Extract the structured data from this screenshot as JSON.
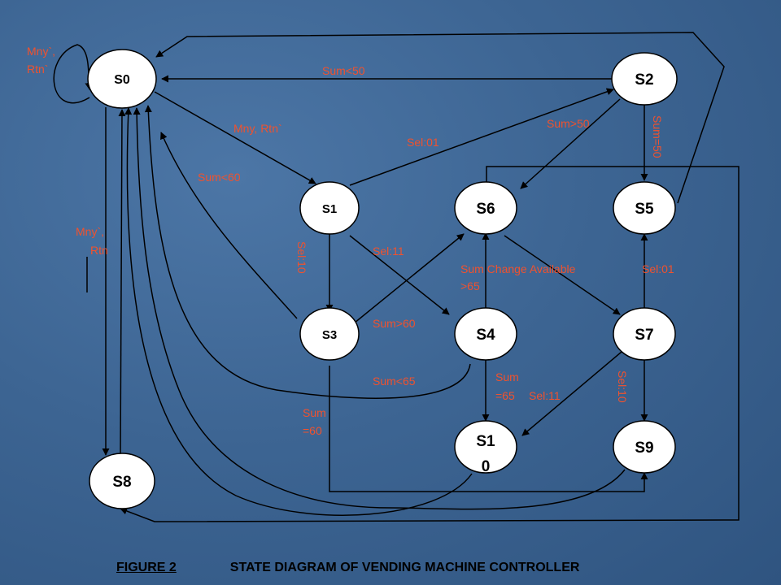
{
  "states": {
    "s0": "S0",
    "s2": "S2",
    "s1": "S1",
    "s6": "S6",
    "s5": "S5",
    "s3": "S3",
    "s4": "S4",
    "s7": "S7",
    "s10a": "S1",
    "s10b": "0",
    "s9": "S9",
    "s8": "S8"
  },
  "labels": {
    "mny_rtn_self_1": "Mny`,",
    "mny_rtn_self_2": "Rtn`",
    "sum_lt_50": "Sum<50",
    "mny_rtn_s0_s1": "Mny, Rtn`",
    "sel01_s1_s2": "Sel:01",
    "sum_gt_50": "Sum>50",
    "sum_eq_50": "Sum=50",
    "sum_lt_60": "Sum<60",
    "mny_rtn_s0_s8_1": "Mny`,",
    "mny_rtn_s0_s8_2": "Rtn",
    "sel10_s1_s3": "Sel:10",
    "sel11_s1_s4": "Sel:11",
    "sum_change_1": "Sum Change Available",
    "sum_change_2": ">65",
    "sel01_s7_s5": "Sel:01",
    "sum_gt_60": "Sum>60",
    "sum_lt_65": "Sum<65",
    "sum_eq_65_1": "Sum",
    "sum_eq_65_2": "=65",
    "sel11_s7_s10": "Sel:11",
    "sel10_s7_s9": "Sel:10",
    "sum_eq_60_1": "Sum",
    "sum_eq_60_2": "=60"
  },
  "caption": {
    "figure": "FIGURE 2",
    "title": "STATE DIAGRAM OF VENDING MACHINE CONTROLLER"
  }
}
